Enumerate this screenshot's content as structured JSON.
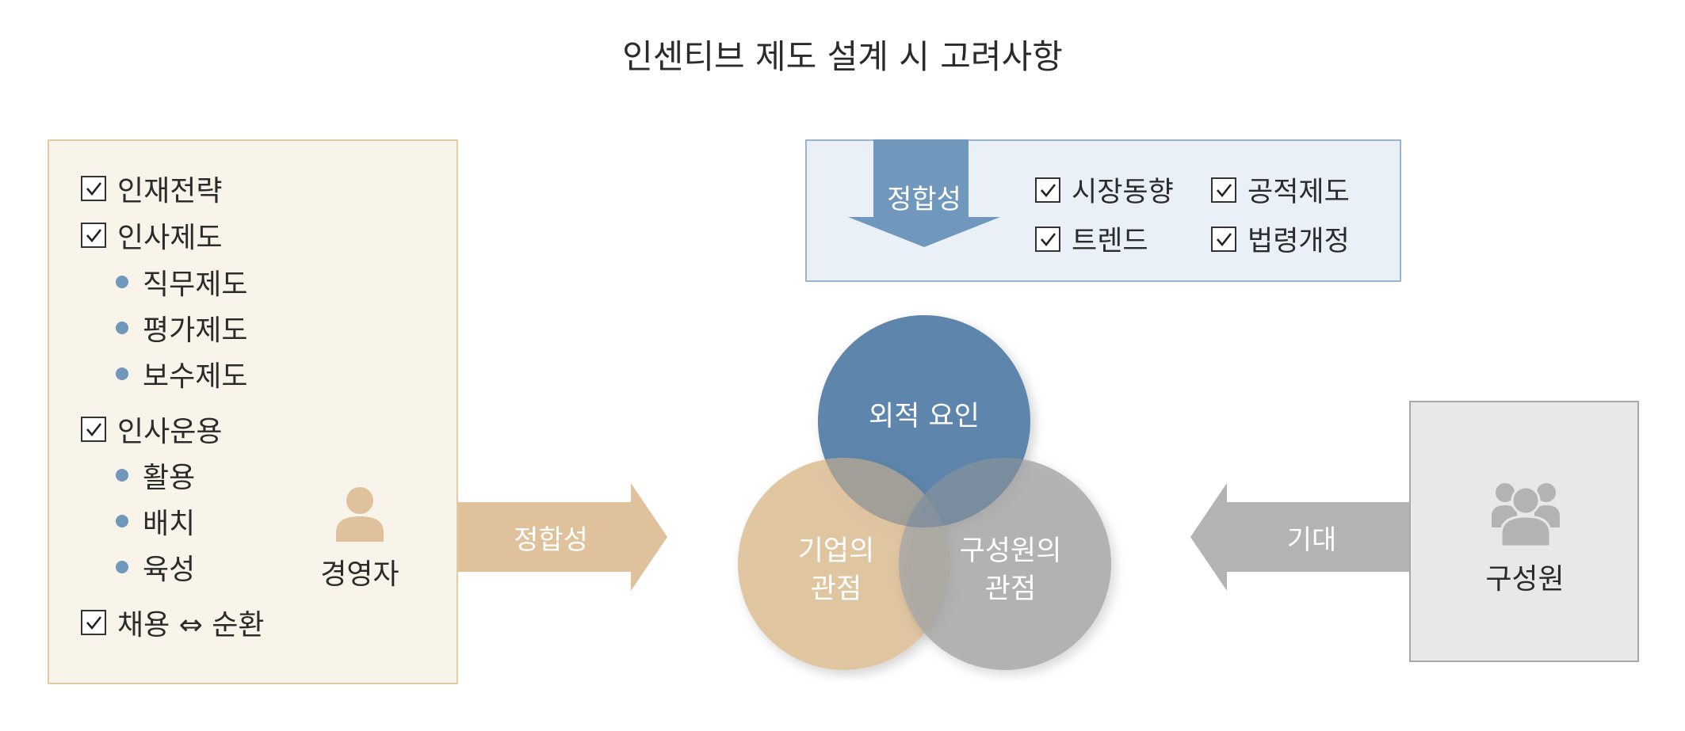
{
  "title": "인센티브 제도 설계 시 고려사항",
  "manager_panel": {
    "items": [
      {
        "type": "check",
        "label": "인재전략"
      },
      {
        "type": "check",
        "label": "인사제도"
      },
      {
        "type": "bullet",
        "label": "직무제도"
      },
      {
        "type": "bullet",
        "label": "평가제도"
      },
      {
        "type": "bullet",
        "label": "보수제도"
      },
      {
        "type": "check",
        "label": "인사운용"
      },
      {
        "type": "bullet",
        "label": "활용"
      },
      {
        "type": "bullet",
        "label": "배치"
      },
      {
        "type": "bullet",
        "label": "육성"
      },
      {
        "type": "check",
        "label": "채용 ⇔ 순환"
      }
    ],
    "actor_label": "경영자"
  },
  "left_arrow_label": "정합성",
  "external_box": {
    "arrow_label": "정합성",
    "items": [
      "시장동향",
      "공적제도",
      "트렌드",
      "법령개정"
    ]
  },
  "venn": {
    "top": "외적 요인",
    "left": [
      "기업의",
      "관점"
    ],
    "right": [
      "구성원의",
      "관점"
    ]
  },
  "right_arrow_label": "기대",
  "member_label": "구성원",
  "colors": {
    "blue": "#7097bc",
    "tan": "#dfc19b",
    "gray": "#b3b3b3",
    "panel_bg": "#f9f4ea",
    "ext_bg": "#e9f0f8",
    "member_bg": "#e8e8e8"
  }
}
